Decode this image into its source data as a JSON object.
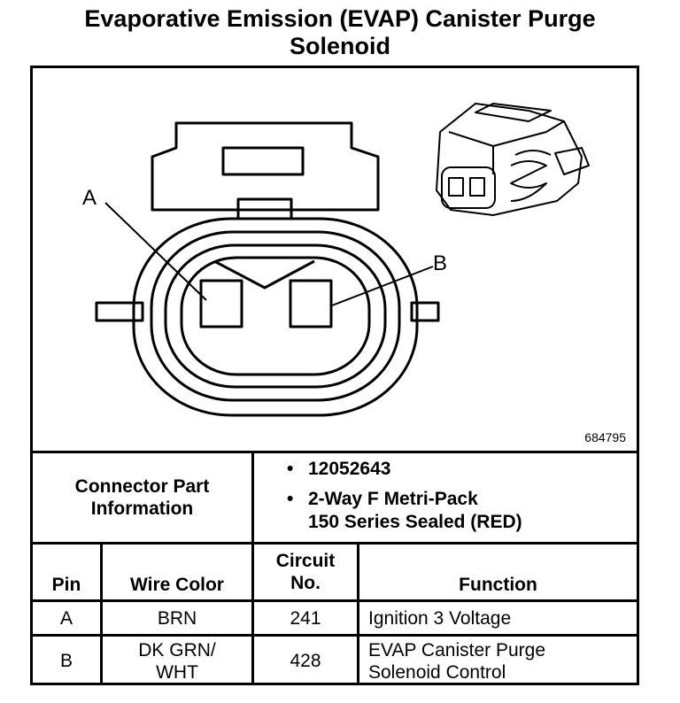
{
  "title": {
    "line1": "Evaporative Emission (EVAP) Canister Purge",
    "line2": "Solenoid"
  },
  "diagram": {
    "label_a": "A",
    "label_b": "B",
    "figure_number": "684795"
  },
  "connector_info": {
    "label_line1": "Connector Part",
    "label_line2": "Information",
    "bullet": "•",
    "part_number": "12052643",
    "description_line1": "2-Way F Metri-Pack",
    "description_line2": "150 Series Sealed (RED)"
  },
  "table": {
    "headers": {
      "pin": "Pin",
      "wire_color": "Wire Color",
      "circuit_line1": "Circuit",
      "circuit_line2": "No.",
      "function": "Function"
    },
    "rows": [
      {
        "pin": "A",
        "wire_line1": "BRN",
        "wire_line2": "",
        "circuit": "241",
        "function_line1": "Ignition 3 Voltage",
        "function_line2": ""
      },
      {
        "pin": "B",
        "wire_line1": "DK GRN/",
        "wire_line2": "WHT",
        "circuit": "428",
        "function_line1": "EVAP Canister Purge",
        "function_line2": "Solenoid Control"
      }
    ]
  }
}
